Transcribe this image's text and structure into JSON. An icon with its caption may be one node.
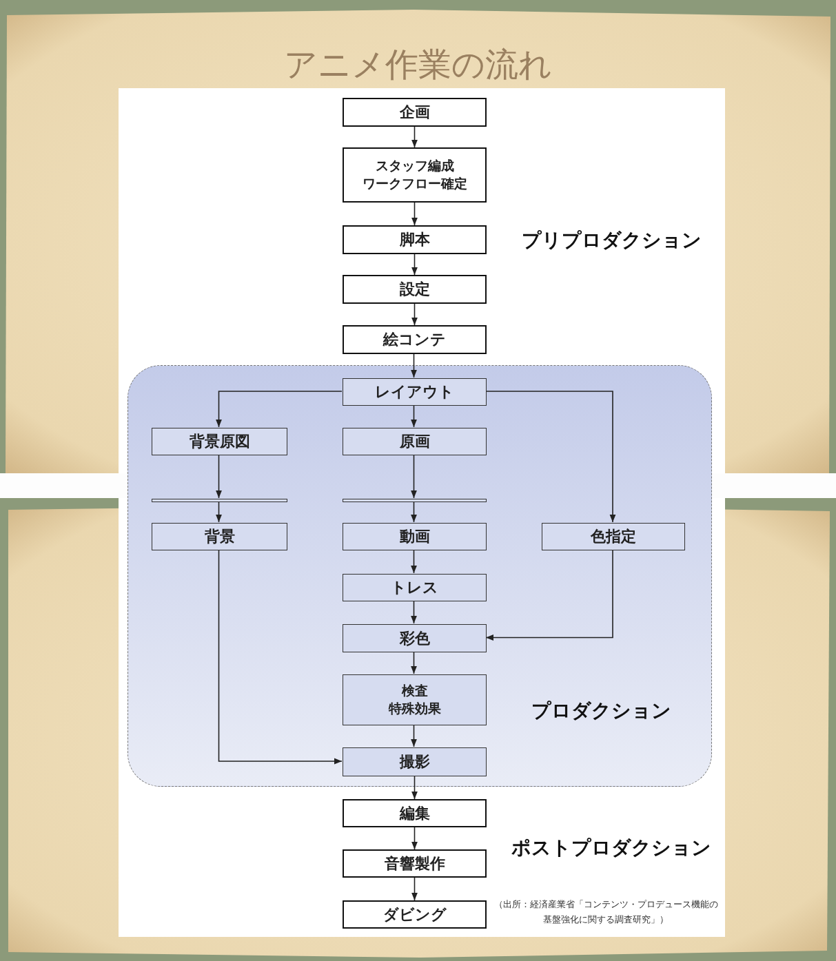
{
  "diagram": {
    "title": "アニメ作業の流れ",
    "nodes": [
      {
        "text": [
          "企画"
        ]
      },
      {
        "text": [
          "スタッフ編成",
          "ワークフロー確定"
        ]
      },
      {
        "text": [
          "脚本"
        ]
      },
      {
        "text": [
          "設定"
        ]
      },
      {
        "text": [
          "絵コンテ"
        ]
      },
      {
        "text": [
          "プロダクション"
        ]
      },
      {
        "text": [
          "レイアウト"
        ],
        "in": 5
      },
      {
        "text": [
          "背景原図"
        ],
        "in": 5
      },
      {
        "text": [
          "原画"
        ],
        "in": 5
      },
      {
        "text": [],
        "shape": "box",
        "in": 5
      },
      {
        "text": [],
        "shape": "box",
        "in": 5
      },
      {
        "text": [
          "背景"
        ],
        "in": 5
      },
      {
        "text": [
          "動画"
        ],
        "in": 5
      },
      {
        "text": [
          "色指定"
        ],
        "in": 5
      },
      {
        "text": [
          "トレス"
        ],
        "in": 5
      },
      {
        "text": [
          "彩色"
        ],
        "in": 5
      },
      {
        "text": [
          "検査",
          "特殊効果"
        ],
        "in": 5
      },
      {
        "text": [
          "撮影"
        ],
        "in": 5
      },
      {
        "text": [
          "編集"
        ]
      },
      {
        "text": [
          "音響製作"
        ]
      },
      {
        "text": [
          "ダビング"
        ]
      }
    ],
    "edges": [
      {
        "from": 0,
        "to": 1,
        "arrow": "to"
      },
      {
        "from": 1,
        "to": 2,
        "arrow": "to"
      },
      {
        "from": 2,
        "to": 3,
        "arrow": "to"
      },
      {
        "from": 3,
        "to": 4,
        "arrow": "to"
      },
      {
        "from": 4,
        "to": 6,
        "arrow": "to"
      },
      {
        "from": 6,
        "to": 7,
        "arrow": "to"
      },
      {
        "from": 6,
        "to": 8,
        "arrow": "to"
      },
      {
        "from": 6,
        "to": 13,
        "arrow": "to"
      },
      {
        "from": 7,
        "to": 9,
        "arrow": "to"
      },
      {
        "from": 9,
        "to": 11,
        "arrow": "to"
      },
      {
        "from": 8,
        "to": 10,
        "arrow": "to"
      },
      {
        "from": 10,
        "to": 12,
        "arrow": "to"
      },
      {
        "from": 12,
        "to": 14,
        "arrow": "to"
      },
      {
        "from": 14,
        "to": 15,
        "arrow": "to"
      },
      {
        "from": 13,
        "to": 15,
        "arrow": "to"
      },
      {
        "from": 15,
        "to": 16,
        "arrow": "to"
      },
      {
        "from": 16,
        "to": 17,
        "arrow": "to"
      },
      {
        "from": 11,
        "to": 17,
        "arrow": "to"
      },
      {
        "from": 17,
        "to": 18,
        "arrow": "to"
      },
      {
        "from": 18,
        "to": 19,
        "arrow": "to"
      },
      {
        "from": 19,
        "to": 20,
        "arrow": "to"
      }
    ],
    "labels": [
      "プリプロダクション",
      "ポストプロダクション",
      "（出所：経済産業省「コンテンツ・プロデュース機能の基盤強化に関する調査研究」）"
    ]
  }
}
